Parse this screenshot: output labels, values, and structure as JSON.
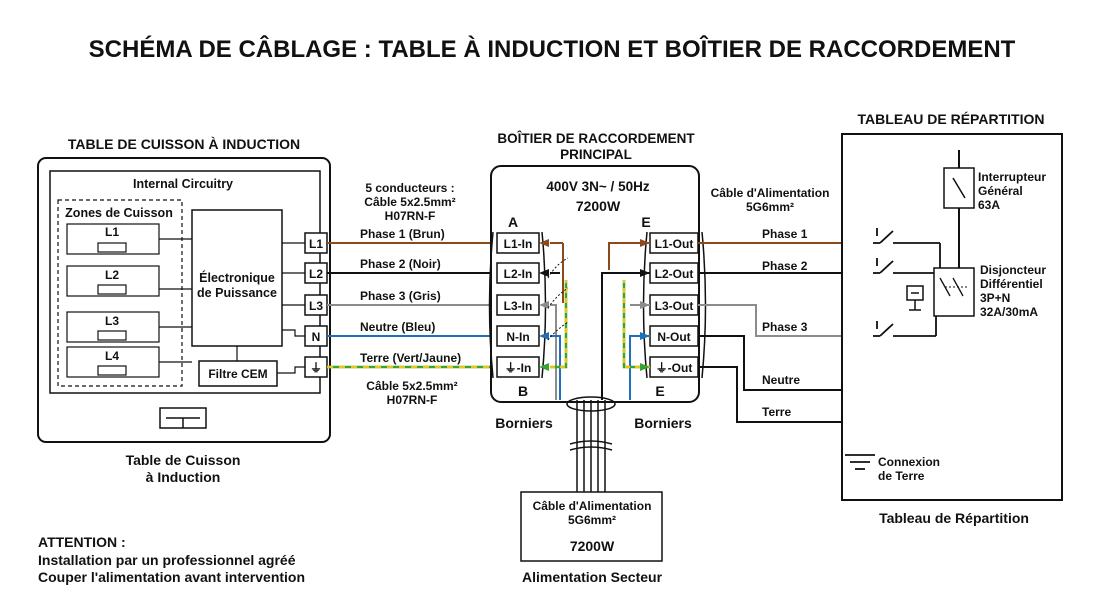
{
  "title": "SCHÉMA DE CÂBLAGE : TABLE À INDUCTION ET BOÎTIER DE RACCORDEMENT",
  "hob": {
    "header": "TABLE DE CUISSON À INDUCTION",
    "internal_circuitry": "Internal Circuitry",
    "zones_label": "Zones de Cuisson",
    "zones": [
      "L1",
      "L2",
      "L3",
      "L4"
    ],
    "electronics_line1": "Électronique",
    "electronics_line2": "de Puissance",
    "filter": "Filtre CEM",
    "terminals": [
      "L1",
      "L2",
      "L3",
      "N",
      "⏚"
    ],
    "caption_line1": "Table de Cuisson",
    "caption_line2": "à Induction"
  },
  "hob_cable": {
    "top_line1": "5 conducteurs :",
    "top_line2": "Câble 5x2.5mm²",
    "top_line3": "H07RN-F",
    "bottom_line1": "Câble 5x2.5mm²",
    "bottom_line2": "H07RN-F",
    "wires": [
      "Phase 1 (Brun)",
      "Phase 2 (Noir)",
      "Phase 3 (Gris)",
      "Neutre (Bleu)",
      "Terre (Vert/Jaune)"
    ]
  },
  "junction_box": {
    "header_line1": "BOÎTIER DE RACCORDEMENT",
    "header_line2": "PRINCIPAL",
    "rating": "400V 3N~ / 50Hz",
    "power": "7200W",
    "label_a": "A",
    "label_b": "B",
    "label_e_top": "E",
    "label_e_bottom": "E",
    "in_terminals": [
      "L1-In",
      "L2-In",
      "L3-In",
      "N-In",
      "⏚-In"
    ],
    "out_terminals": [
      "L1-Out",
      "L2-Out",
      "L3-Out",
      "N-Out",
      "⏚-Out"
    ],
    "borniers_left": "Borniers",
    "borniers_right": "Borniers"
  },
  "feed_cable": {
    "line1": "Câble d'Alimentation",
    "line2": "5G6mm²",
    "wires": [
      "Phase 1",
      "Phase 2",
      "Phase 3",
      "Neutre",
      "Terre"
    ]
  },
  "mains": {
    "cable_line1": "Câble d'Alimentation",
    "cable_line2": "5G6mm²",
    "power": "7200W",
    "caption": "Alimentation Secteur"
  },
  "panel": {
    "header": "TABLEAU DE RÉPARTITION",
    "switch_line1": "Interrupteur",
    "switch_line2": "Général",
    "switch_line3": "63A",
    "rcd_line1": "Disjoncteur",
    "rcd_line2": "Différentiel",
    "rcd_line3": "3P+N",
    "rcd_line4": "32A/30mA",
    "earth_line1": "Connexion",
    "earth_line2": "de Terre",
    "caption": "Tableau de Répartition"
  },
  "warning": {
    "title": "ATTENTION :",
    "line1": "Installation par un professionnel agréé",
    "line2": "Couper l'alimentation avant intervention"
  },
  "colors": {
    "phase1": "#8a4a1c",
    "phase2": "#111111",
    "phase3": "#8c8c8c",
    "neutral": "#1f6fc0",
    "earth_green": "#3aa335",
    "earth_yellow": "#e6c619"
  }
}
